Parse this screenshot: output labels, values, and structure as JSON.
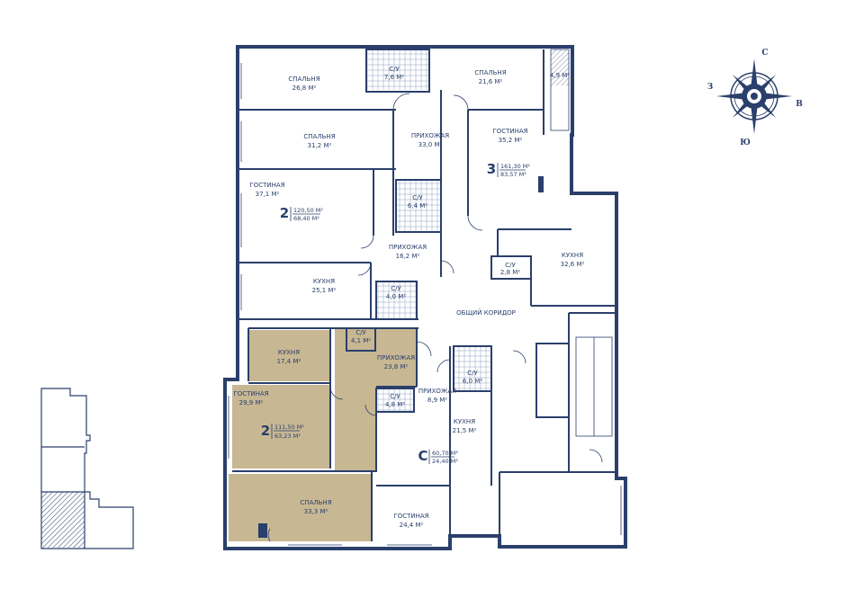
{
  "colors": {
    "ink": "#2a3f6b",
    "highlight_fill": "#c7b793",
    "background": "#ffffff"
  },
  "compass": {
    "north": "С",
    "east": "В",
    "south": "Ю",
    "west": "З"
  },
  "rooms": {
    "bed_top_left": {
      "name": "СПАЛЬНЯ",
      "area": "26,8 М²"
    },
    "bath_top": {
      "name": "С/У",
      "area": "7,6 М²"
    },
    "bed_top_right": {
      "name": "СПАЛЬНЯ",
      "area": "21,6 М²"
    },
    "balcony_top": {
      "name": "",
      "area": "4,9 М²"
    },
    "bed_left2": {
      "name": "СПАЛЬНЯ",
      "area": "31,2 М²"
    },
    "hall_top": {
      "name": "ПРИХОЖАЯ",
      "area": "33,0 М²"
    },
    "living_right": {
      "name": "ГОСТИНАЯ",
      "area": "35,2 М²"
    },
    "living_left": {
      "name": "ГОСТИНАЯ",
      "area": "37,1 М²"
    },
    "bath_mid": {
      "name": "С/У",
      "area": "6,4 М²"
    },
    "hall_left": {
      "name": "ПРИХОЖАЯ",
      "area": "16,2 М²"
    },
    "kitchen_right": {
      "name": "КУХНЯ",
      "area": "32,6 М²"
    },
    "bath_small_right": {
      "name": "С/У",
      "area": "2,8 М²"
    },
    "kitchen_left": {
      "name": "КУХНЯ",
      "area": "25,1 М²"
    },
    "bath_small_left": {
      "name": "С/У",
      "area": "4,0 М²"
    },
    "corridor": {
      "name": "ОБЩИЙ КОРИДОР",
      "area": ""
    },
    "kitchen_sel": {
      "name": "КУХНЯ",
      "area": "17,4 М²"
    },
    "bath_sel_top": {
      "name": "С/У",
      "area": "4,1 М²"
    },
    "hall_sel": {
      "name": "ПРИХОЖАЯ",
      "area": "23,8 М²"
    },
    "bath_c": {
      "name": "С/У",
      "area": "6,0 М²"
    },
    "living_sel": {
      "name": "ГОСТИНАЯ",
      "area": "29,9 М²"
    },
    "bath_sel_mid": {
      "name": "С/У",
      "area": "4,8 М²"
    },
    "hall_c": {
      "name": "ПРИХОЖАЯ",
      "area": "8,9 М²"
    },
    "kitchen_c": {
      "name": "КУХНЯ",
      "area": "21,5 М²"
    },
    "bed_sel": {
      "name": "СПАЛЬНЯ",
      "area": "33,3 М²"
    },
    "living_c": {
      "name": "ГОСТИНАЯ",
      "area": "24,4 М²"
    }
  },
  "apartments": {
    "apt3": {
      "number": "3",
      "total": "161,30 М²",
      "living": "83,57 М²"
    },
    "apt2_top": {
      "number": "2",
      "total": "120,50 М²",
      "living": "68,40 М²"
    },
    "apt2_sel": {
      "number": "2",
      "total": "111,50 М²",
      "living": "63,23 М²"
    },
    "aptC": {
      "number": "С",
      "total": "60,70 М²",
      "living": "24,40 М²"
    }
  }
}
